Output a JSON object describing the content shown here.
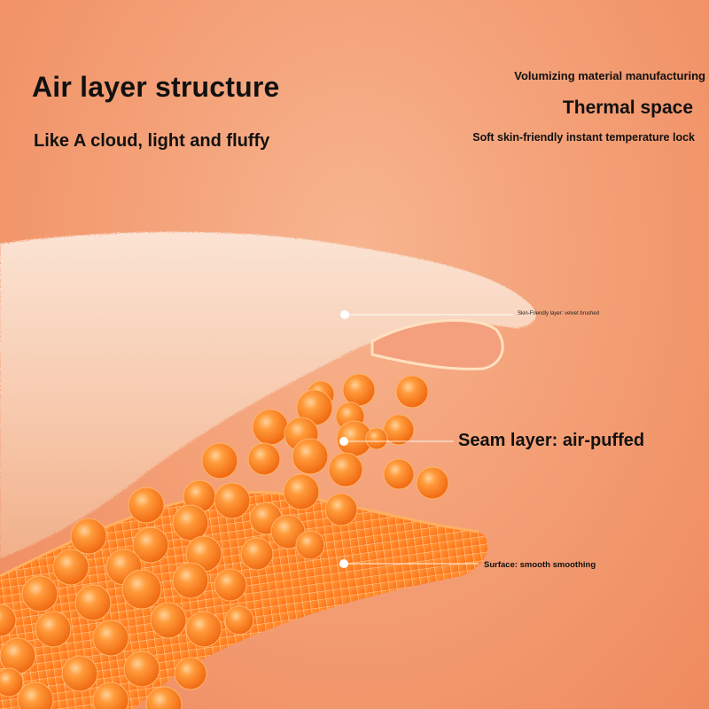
{
  "heading": {
    "title": "Air layer structure",
    "subtitle": "Like A cloud, light and fluffy"
  },
  "right_text": {
    "line1": "Volumizing material manufacturing",
    "line2": "Thermal space",
    "line3": "Soft skin-friendly instant temperature lock"
  },
  "callouts": {
    "top": "Skin-Friendly layer: velvet brushed",
    "middle": "Seam layer: air-puffed",
    "bottom": "Surface: smooth smoothing"
  },
  "colors": {
    "background": "#f4a077",
    "fleece": "#f8cdb4",
    "bead": "#ff7a1a",
    "mesh_surface": "#ff8a2a",
    "text": "#111111"
  },
  "icons": [
    "callout-dot-icon",
    "callout-dot-icon",
    "callout-dot-icon"
  ]
}
